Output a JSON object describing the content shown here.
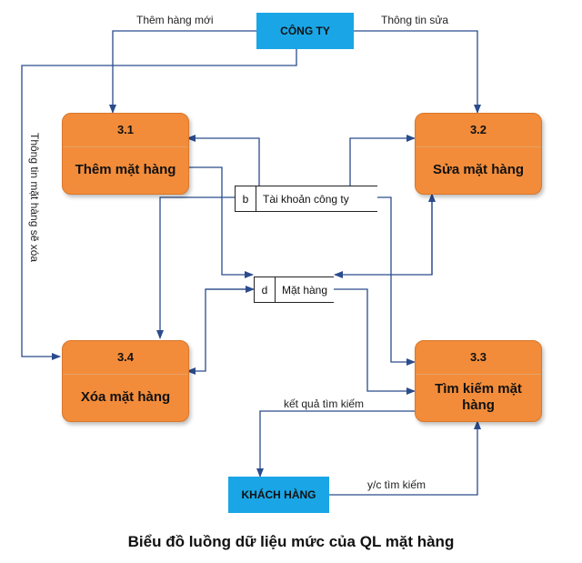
{
  "entities": {
    "company": "CÔNG TY",
    "customer": "KHÁCH HÀNG"
  },
  "processes": [
    {
      "id": "3.1",
      "label": "Thêm mặt hàng"
    },
    {
      "id": "3.2",
      "label": "Sửa mặt hàng"
    },
    {
      "id": "3.3",
      "label": "Tìm kiếm mặt hàng"
    },
    {
      "id": "3.4",
      "label": "Xóa mặt hàng"
    }
  ],
  "stores": [
    {
      "id": "b",
      "name": "Tài khoản công ty"
    },
    {
      "id": "d",
      "name": "Mặt hàng"
    }
  ],
  "flows": {
    "add_new": "Thêm hàng mới",
    "edit_info": "Thông tin sửa",
    "delete_info": "Thông tin mặt hàng sẽ xóa",
    "search_result": "kết quả tìm kiếm",
    "search_request": "y/c tìm kiếm"
  },
  "caption": "Biểu đồ luồng dữ liệu mức của QL mặt hàng",
  "colors": {
    "process_fill": "#f28c3a",
    "entity_fill": "#1aa6e6",
    "flow_line": "#2b4c8c"
  }
}
